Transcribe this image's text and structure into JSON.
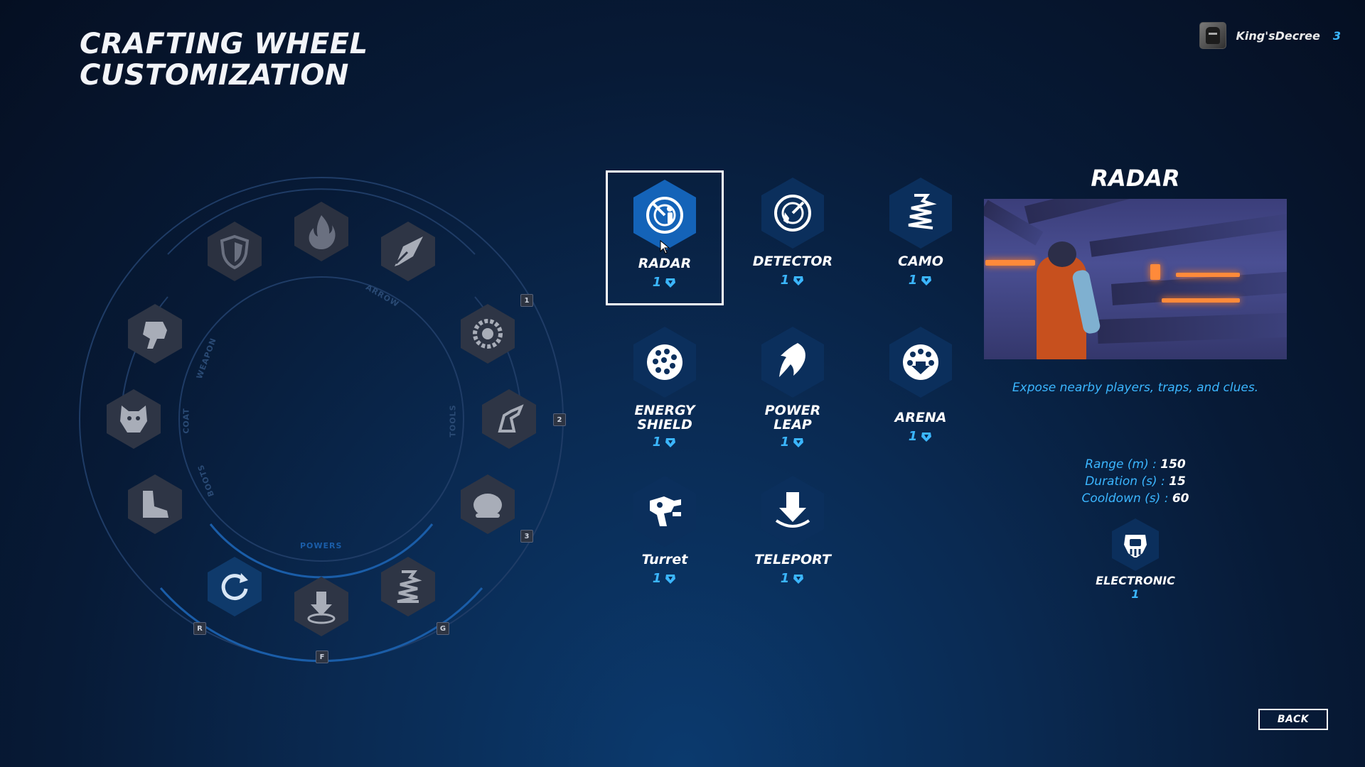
{
  "page": {
    "title_line1": "CRAFTING WHEEL",
    "title_line2": "CUSTOMIZATION"
  },
  "profile": {
    "name": "King'sDecree",
    "level": "3"
  },
  "wheel": {
    "sections": {
      "arrow": "ARROW",
      "weapon": "WEAPON",
      "coat": "COAT",
      "boots": "BOOTS",
      "tools": "TOOLS",
      "powers": "POWERS"
    },
    "keys": {
      "tool1": "1",
      "tool2": "2",
      "tool3": "3",
      "power_r": "R",
      "power_f": "F",
      "power_g": "G"
    },
    "slots": [
      {
        "id": "shield",
        "icon": "shield-icon",
        "active": false
      },
      {
        "id": "fire",
        "icon": "fire-icon",
        "active": false
      },
      {
        "id": "arrow",
        "icon": "arrowhead-icon",
        "active": false
      },
      {
        "id": "weapon",
        "icon": "gauntlet-icon",
        "active": false
      },
      {
        "id": "coat",
        "icon": "wolf-coat-icon",
        "active": false
      },
      {
        "id": "boots",
        "icon": "boot-icon",
        "active": false
      },
      {
        "id": "tool1",
        "icon": "saw-trap-icon",
        "active": false
      },
      {
        "id": "tool2",
        "icon": "turret-tool-icon",
        "active": false
      },
      {
        "id": "tool3",
        "icon": "bomb-icon",
        "active": false
      },
      {
        "id": "power-r",
        "icon": "refresh-icon",
        "active": true
      },
      {
        "id": "power-f",
        "icon": "teleport-icon",
        "active": false
      },
      {
        "id": "power-g",
        "icon": "camo-icon",
        "active": false
      }
    ]
  },
  "powers": [
    {
      "name": "RADAR",
      "cost": "1",
      "icon": "radar-icon",
      "selected": true
    },
    {
      "name": "DETECTOR",
      "cost": "1",
      "icon": "detector-icon",
      "selected": false
    },
    {
      "name": "CAMO",
      "cost": "1",
      "icon": "camo-icon",
      "selected": false
    },
    {
      "name_line1": "ENERGY",
      "name_line2": "SHIELD",
      "cost": "1",
      "icon": "energy-shield-icon",
      "selected": false
    },
    {
      "name_line1": "POWER",
      "name_line2": "LEAP",
      "cost": "1",
      "icon": "power-leap-icon",
      "selected": false
    },
    {
      "name": "ARENA",
      "cost": "1",
      "icon": "arena-icon",
      "selected": false
    },
    {
      "name": "Turret",
      "cost": "1",
      "icon": "turret-icon",
      "selected": false
    },
    {
      "name": "TELEPORT",
      "cost": "1",
      "icon": "teleport-icon",
      "selected": false
    }
  ],
  "detail": {
    "title": "RADAR",
    "description": "Expose nearby players, traps, and clues.",
    "stats": [
      {
        "label": "Range (m) :",
        "value": "150"
      },
      {
        "label": "Duration (s) :",
        "value": "15"
      },
      {
        "label": "Cooldown (s) :",
        "value": "60"
      }
    ],
    "category_name": "ELECTRONIC",
    "category_count": "1"
  },
  "back_label": "BACK",
  "colors": {
    "accent": "#3bb6ff",
    "hex_fill": "#0b2f5c",
    "hex_active": "#1463b8",
    "wheel_slot": "#2b3140"
  }
}
